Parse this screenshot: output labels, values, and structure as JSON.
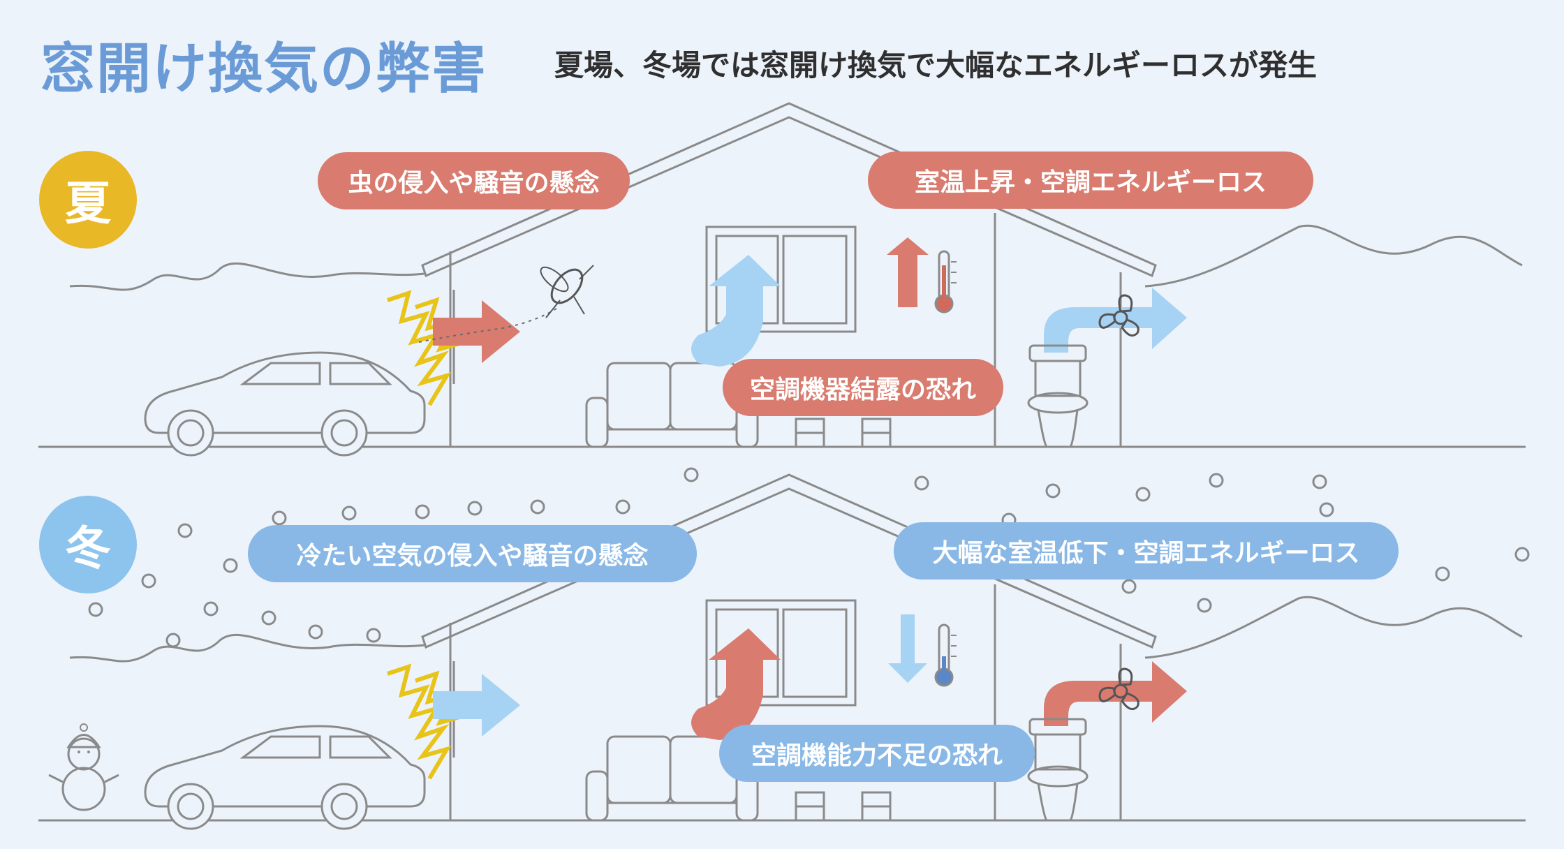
{
  "title": "窓開け換気の弊害",
  "subtitle": "夏場、冬場では窓開け換気で大幅なエネルギーロスが発生",
  "summer": {
    "badge": "夏",
    "callouts": {
      "insects_noise": "虫の侵入や騒音の懸念",
      "temp_rise": "室温上昇・空調エネルギーロス",
      "condensation": "空調機器結露の恐れ"
    }
  },
  "winter": {
    "badge": "冬",
    "callouts": {
      "cold_air_noise": "冷たい空気の侵入や騒音の懸念",
      "temp_drop": "大幅な室温低下・空調エネルギーロス",
      "capacity_shortage": "空調機能力不足の恐れ"
    }
  },
  "colors": {
    "background": "#edf3fb",
    "title": "#6a9bd6",
    "summer_badge": "#e9b827",
    "winter_badge": "#8cc4ee",
    "warm_callout": "#d97b6e",
    "cool_callout": "#89b8e6",
    "light_blue_arrow": "#a6d2f3",
    "line_art": "#8a8a8a",
    "noise_zigzag": "#e8c318",
    "thermo_red": "#d06a5c",
    "thermo_blue": "#5b87c7"
  },
  "icons": [
    "house-icon",
    "car-icon",
    "mosquito-icon",
    "thermometer-icon",
    "toilet-icon",
    "fan-icon",
    "sofa-icon",
    "snowman-icon",
    "snowflake-icon"
  ]
}
